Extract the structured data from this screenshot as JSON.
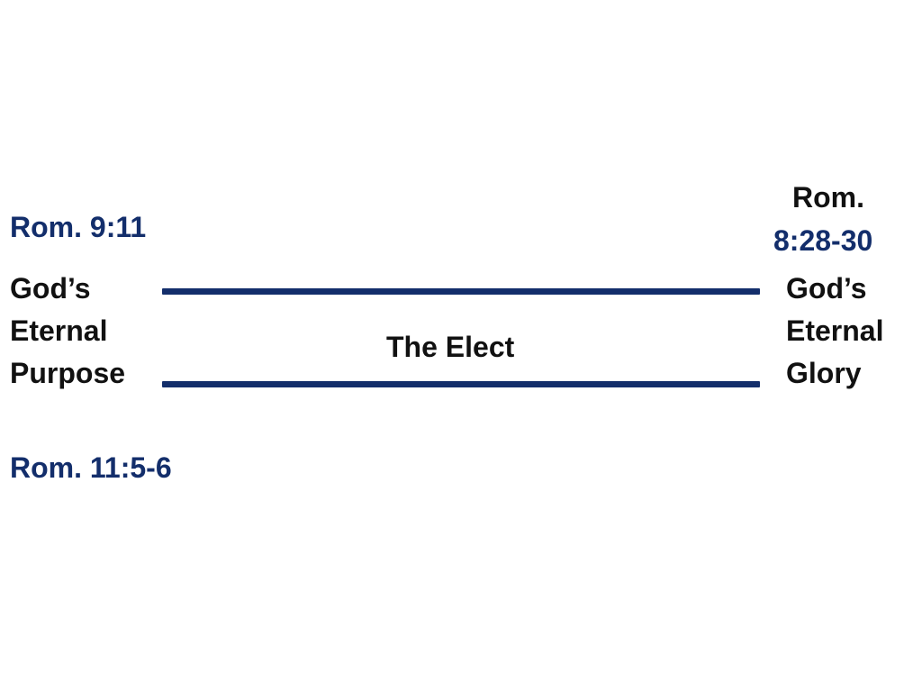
{
  "refs": {
    "left_top": "Rom. 9:11",
    "left_bottom": "Rom. 11:5-6",
    "right_top_line1": "Rom.",
    "right_top_line2": "8:28-30"
  },
  "left_label": [
    "God’s",
    "Eternal",
    "Purpose"
  ],
  "right_label": [
    "God’s",
    "Eternal",
    "Glory"
  ],
  "center_label": "The Elect",
  "colors": {
    "accent": "#132e6b",
    "text": "#111111"
  }
}
